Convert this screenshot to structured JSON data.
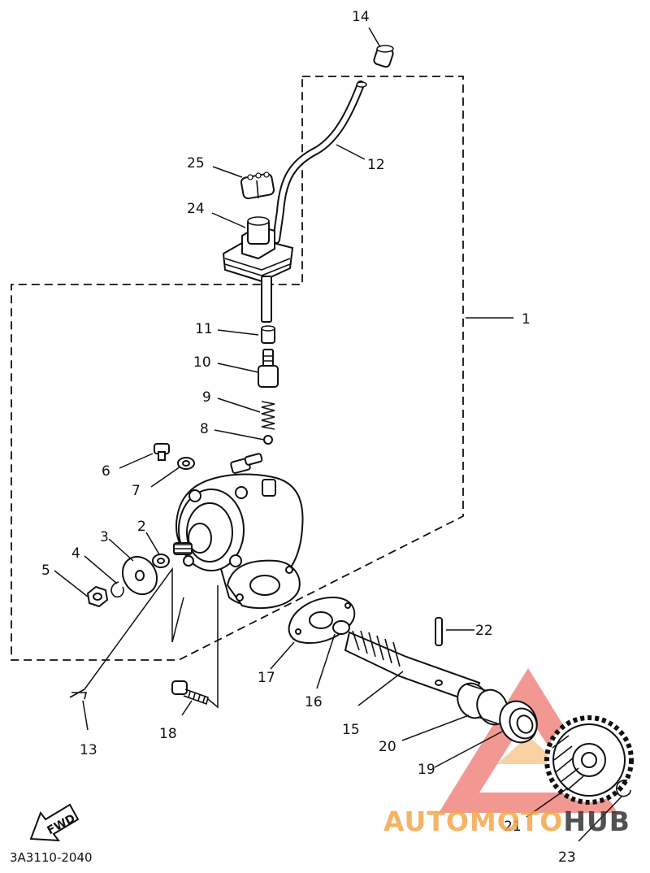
{
  "diagram_code": "3A3110-2040",
  "fwd_label": "FWD",
  "watermark": {
    "part1": "AUTOMOTO",
    "part2": "HUB",
    "color_red": "#e8443a",
    "color_orange": "#f3a64a",
    "color_dark": "#333333"
  },
  "labels": {
    "p1": "1",
    "p2": "2",
    "p3": "3",
    "p4": "4",
    "p5": "5",
    "p6": "6",
    "p7": "7",
    "p8": "8",
    "p9": "9",
    "p10": "10",
    "p11": "11",
    "p12": "12",
    "p13": "13",
    "p14": "14",
    "p15": "15",
    "p16": "16",
    "p17": "17",
    "p18": "18",
    "p19": "19",
    "p20": "20",
    "p21": "21",
    "p22": "22",
    "p23": "23",
    "p24": "24",
    "p25": "25"
  }
}
